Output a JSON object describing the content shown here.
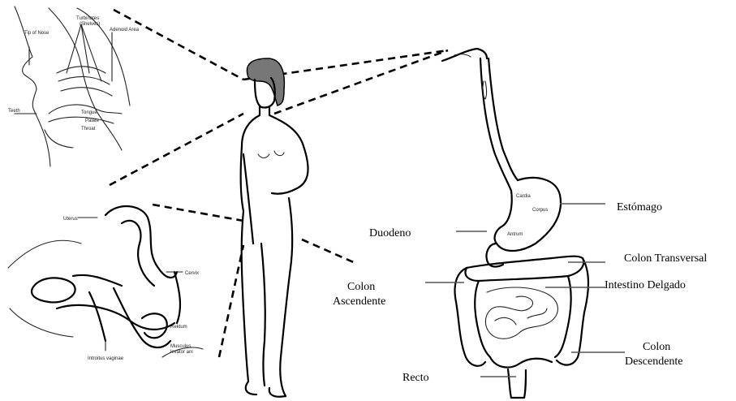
{
  "labels": {
    "estomago": "Estómago",
    "duodeno": "Duodeno",
    "colon_transversal": "Colon Transversal",
    "colon_ascendente_1": "Colon",
    "colon_ascendente_2": "Ascendente",
    "intestino_delgado": "Intestino Delgado",
    "colon_descendente_1": "Colon",
    "colon_descendente_2": "Descendente",
    "recto": "Recto"
  },
  "stomach_labels": {
    "cardia": "Cardia",
    "corpus": "Corpus",
    "antrum": "Antrum"
  },
  "head_labels": {
    "turbinates": "Turbinates",
    "shelves": "(Shelves)",
    "tip_of_nose": "Tip of Nose",
    "adenoid_area": "Adenoid Area",
    "tongue": "Tongue",
    "palate": "Palate",
    "throat": "Throat",
    "teeth": "Teeth"
  },
  "pelvis_labels": {
    "uterus": "Uterus",
    "cervix": "Cervix",
    "rektum": "Rektum",
    "introitus_vaginae": "Introitus vaginae",
    "musculus_1": "Musculus",
    "musculus_2": "levator ani"
  }
}
